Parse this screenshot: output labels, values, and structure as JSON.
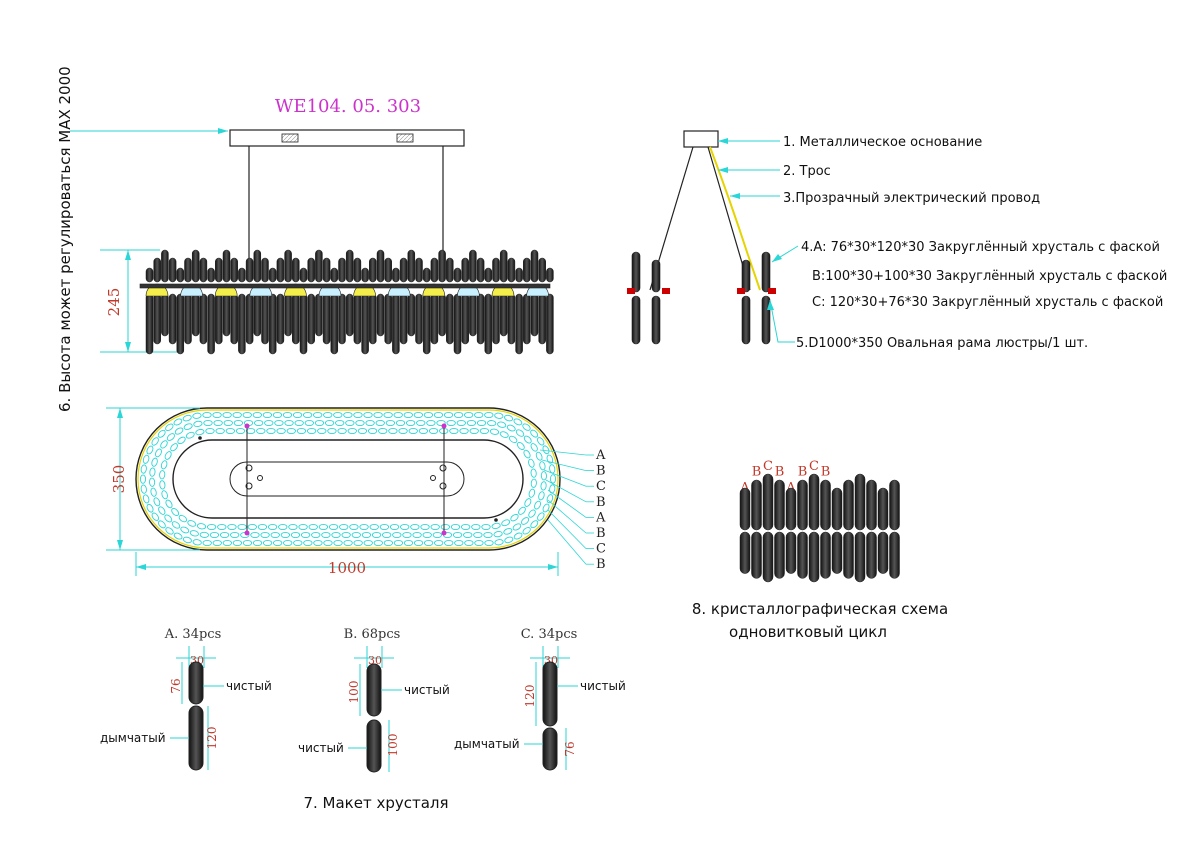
{
  "model_code": "WE104. 05. 303",
  "height_adjustable_label": "6. Высота может регулироваться МАХ 2000",
  "dimensions": {
    "front_height": "245",
    "plan_width": "350",
    "plan_length": "1000"
  },
  "parts": [
    "1. Металлическое основание",
    "2. Трос",
    "3.Прозрачный электрический провод",
    "4.A: 76*30*120*30 Закруглённый хрусталь с фаской",
    "B:100*30+100*30 Закруглённый хрусталь с фаской",
    "C: 120*30+76*30 Закруглённый хрусталь с фаской",
    "5.D1000*350 Овальная рама люстры/1 шт."
  ],
  "plan_ring_letters": [
    "A",
    "B",
    "C",
    "B",
    "A",
    "B",
    "C",
    "B"
  ],
  "crystal_scheme": {
    "top_letters": [
      "A",
      "B",
      "C",
      "B",
      "A",
      "B",
      "C",
      "B"
    ],
    "caption_line1": "8. кристаллографическая схема",
    "caption_line2": "одновитковый цикл"
  },
  "crystals": [
    {
      "title": "A. 34pcs",
      "width": "30",
      "top_len": "76",
      "bottom_len": "120",
      "top_label": "чистый",
      "bottom_label": "дымчатый"
    },
    {
      "title": "B. 68pcs",
      "width": "30",
      "top_len": "100",
      "bottom_len": "100",
      "top_label": "чистый",
      "bottom_label": "чистый"
    },
    {
      "title": "C. 34pcs",
      "width": "30",
      "top_len": "120",
      "bottom_len": "76",
      "top_label": "чистый",
      "bottom_label": "дымчатый"
    }
  ],
  "crystal_layout_caption": "7. Макет хрусталя",
  "colors": {
    "model_code": "#cc33cc",
    "dimension_text": "#c0392b",
    "dimension_lines": "#2ad6d6",
    "outline": "#222222",
    "wire": "#e6d400"
  }
}
